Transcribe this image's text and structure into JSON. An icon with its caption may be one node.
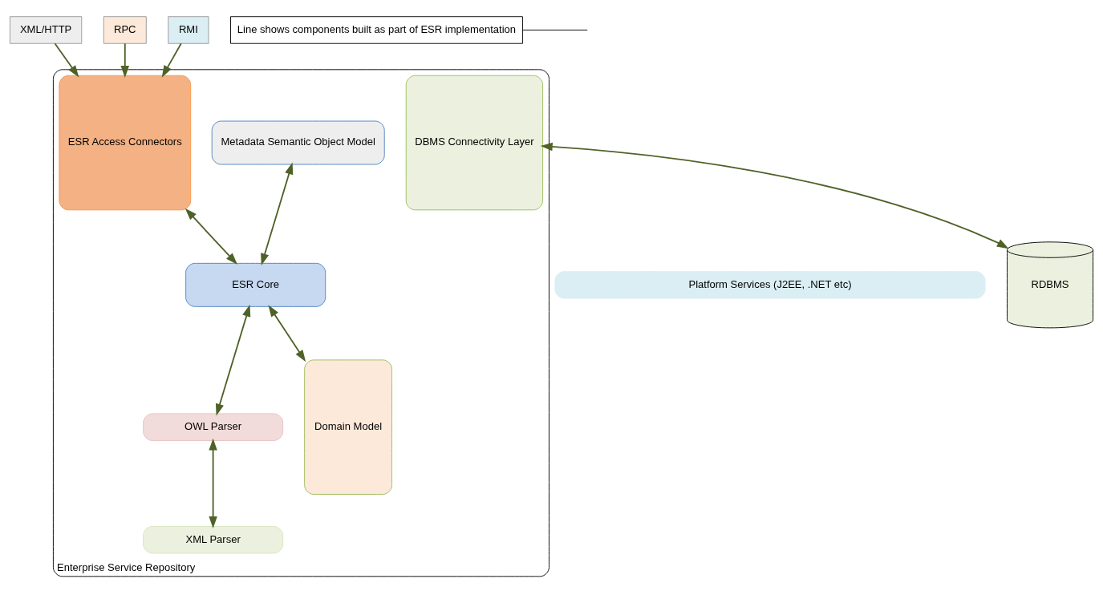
{
  "diagram": {
    "nodes": [
      {
        "text": [
          "Enterprise Service Repository"
        ]
      },
      {
        "text": [
          "Metadata Semantic Object Model"
        ],
        "in": 0
      },
      {
        "text": [
          "ESR Core"
        ],
        "in": 0
      },
      {
        "text": [
          "ESR Access Connectors"
        ],
        "in": 0
      },
      {
        "text": [
          "OWL Parser"
        ],
        "in": 0
      },
      {
        "text": [
          "XML Parser"
        ],
        "in": 0
      },
      {
        "text": [
          "Domain Model"
        ],
        "in": 0
      },
      {
        "text": [
          "DBMS Connectivity Layer"
        ],
        "in": 0
      },
      {
        "text": [
          "XML/HTTP"
        ]
      },
      {
        "text": [
          "RPC"
        ]
      },
      {
        "text": [
          "RMI"
        ]
      },
      {
        "text": [
          "RDBMS"
        ]
      },
      {
        "text": [
          "Line shows components built as part of ESR implementation"
        ]
      },
      {
        "text": [
          "Platform Services (J2EE, .NET etc)"
        ]
      }
    ],
    "edges": [
      {
        "from": 8,
        "to": 3,
        "arrow": "to"
      },
      {
        "from": 9,
        "to": 3,
        "arrow": "to"
      },
      {
        "from": 10,
        "to": 3,
        "arrow": "to"
      },
      {
        "from": 3,
        "to": 2,
        "arrow": "both"
      },
      {
        "from": 1,
        "to": 2,
        "arrow": "both"
      },
      {
        "from": 2,
        "to": 4,
        "arrow": "both"
      },
      {
        "from": 4,
        "to": 5,
        "arrow": "both"
      },
      {
        "from": 2,
        "to": 6,
        "arrow": "both"
      },
      {
        "from": 7,
        "to": 11,
        "arrow": "both"
      },
      {
        "from": 12,
        "to": null,
        "arrow": "none",
        "color": "#000000"
      }
    ]
  }
}
